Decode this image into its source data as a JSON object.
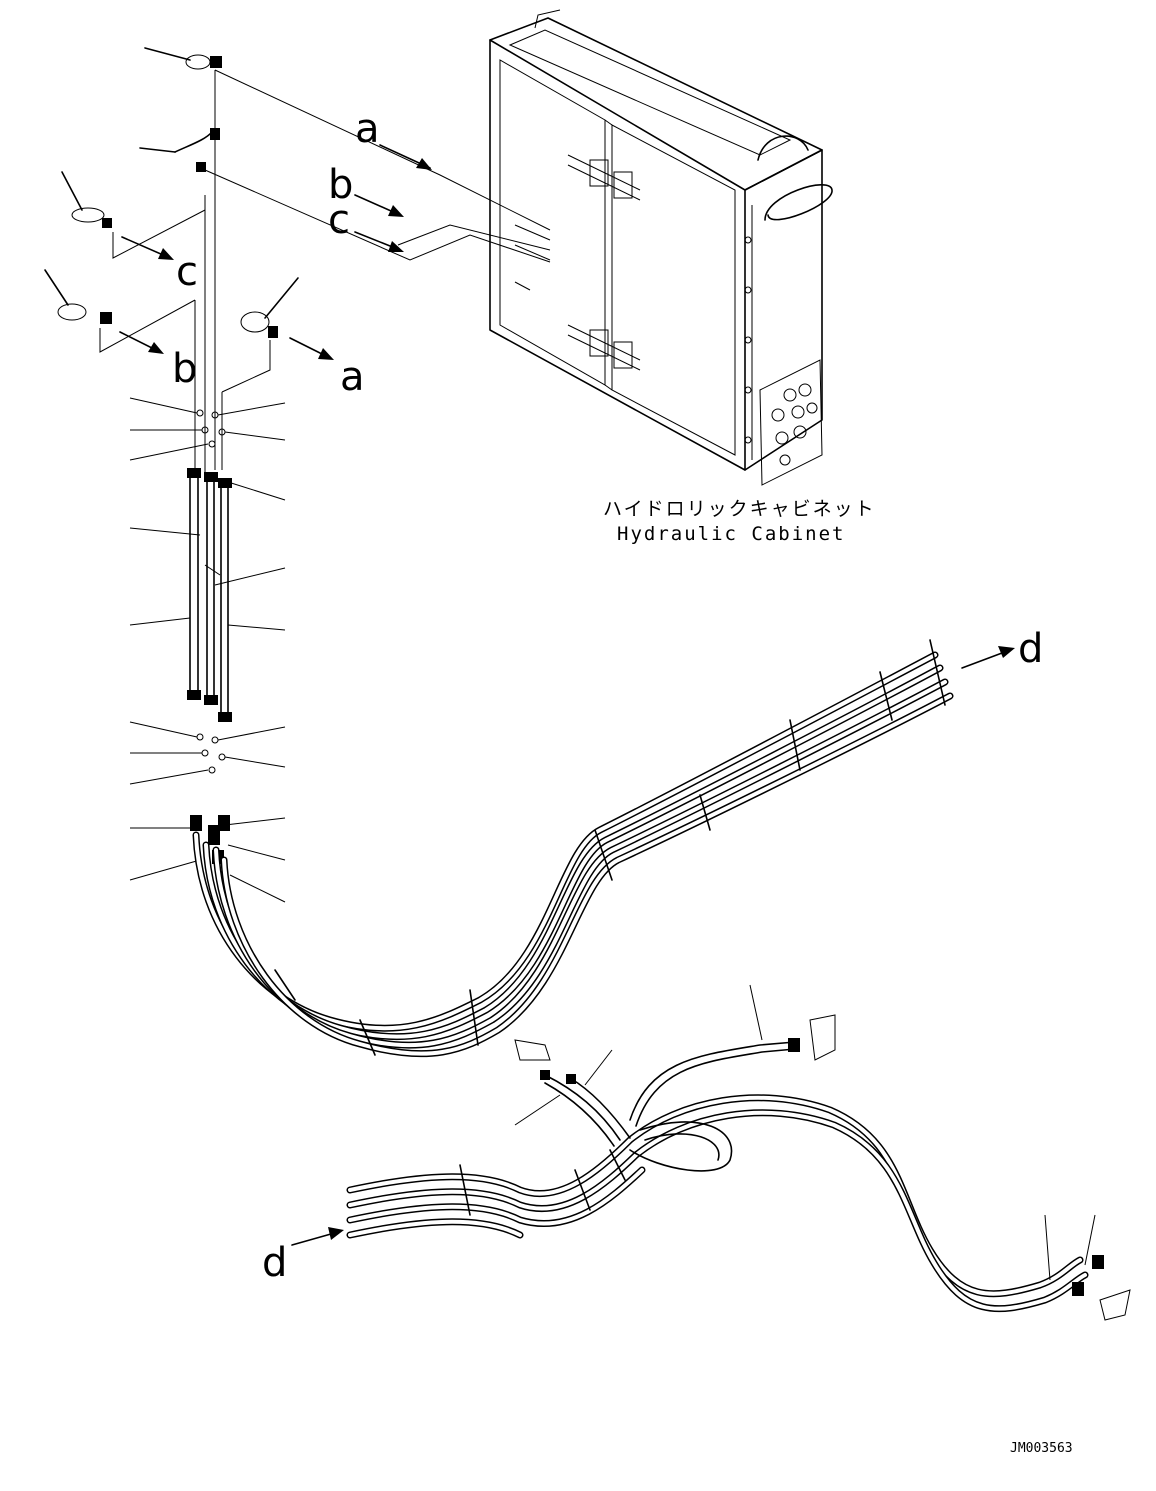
{
  "callouts": {
    "a": "a",
    "b": "b",
    "c": "c",
    "d": "d"
  },
  "cabinet": {
    "label_jp": "ハイドロリックキャビネット",
    "label_en": "Hydraulic Cabinet"
  },
  "drawing_id": "JM003563"
}
